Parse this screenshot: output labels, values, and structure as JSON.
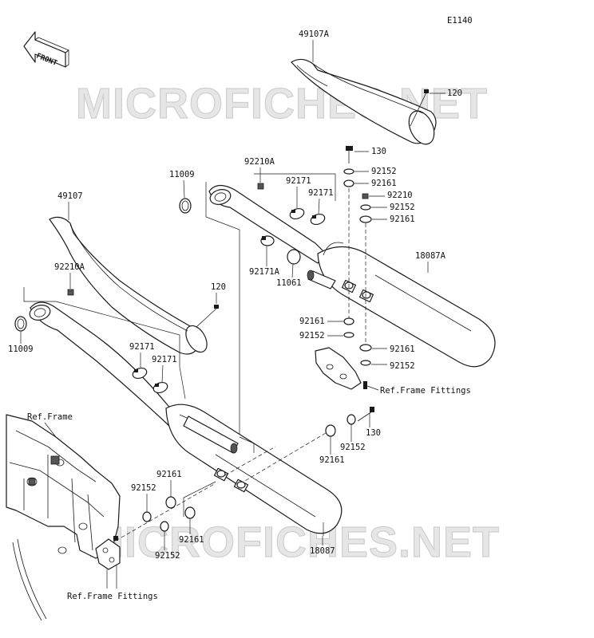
{
  "diagram": {
    "code": "E1140",
    "front_label": "FRONT",
    "watermarks": [
      "MICROFICHES.NET",
      "MICROFICHES.NET"
    ],
    "labels": {
      "p49107A": "49107A",
      "p120_top": "120",
      "p130_top": "130",
      "p92152_a": "92152",
      "p92161_a": "92161",
      "p92210": "92210",
      "p92152_b": "92152",
      "p92161_b": "92161",
      "p92210A_top": "92210A",
      "p11009_top": "11009",
      "p92171_a": "92171",
      "p92171_b": "92171",
      "p92171A": "92171A",
      "p11061": "11061",
      "p18087A": "18087A",
      "p92161_c": "92161",
      "p92152_c": "92152",
      "p92161_d": "92161",
      "p92152_d": "92152",
      "ref_frame_fittings_right": "Ref.Frame Fittings",
      "p49107": "49107",
      "p92210A_left": "92210A",
      "p120_mid": "120",
      "p11009_left": "11009",
      "p92171_c": "92171",
      "p92171_d": "92171",
      "ref_frame": "Ref.Frame",
      "p130_bottom": "130",
      "p92152_e": "92152",
      "p92161_e": "92161",
      "p92161_f": "92161",
      "p92152_f": "92152",
      "p92161_g": "92161",
      "p92152_g": "92152",
      "p18087": "18087",
      "ref_frame_fittings_left": "Ref.Frame Fittings"
    }
  }
}
